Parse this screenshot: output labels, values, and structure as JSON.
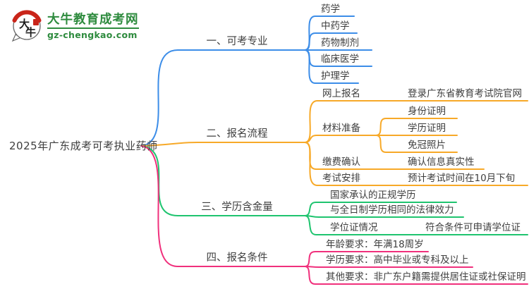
{
  "logo": {
    "icon_text_top": "大",
    "icon_text_bottom": "牛",
    "site_name": "大牛教育成考网",
    "site_url": "gz-chengkao.com"
  },
  "title": "2025年广东成考可考执业药师",
  "branches": [
    {
      "label": "一、可考专业",
      "children": [
        {
          "label": "药学"
        },
        {
          "label": "中药学"
        },
        {
          "label": "药物制剂"
        },
        {
          "label": "临床医学"
        },
        {
          "label": "护理学"
        }
      ]
    },
    {
      "label": "二、报名流程",
      "children": [
        {
          "label": "网上报名",
          "value": "登录广东省教育考试院官网"
        },
        {
          "label": "材料准备",
          "children": [
            {
              "label": "身份证明"
            },
            {
              "label": "学历证明"
            },
            {
              "label": "免冠照片"
            }
          ]
        },
        {
          "label": "缴费确认",
          "value": "确认信息真实性"
        },
        {
          "label": "考试安排",
          "value": "预计考试时间在10月下旬"
        }
      ]
    },
    {
      "label": "三、学历含金量",
      "children": [
        {
          "label": "国家承认的正规学历"
        },
        {
          "label": "与全日制学历相同的法律效力"
        },
        {
          "label": "学位证情况",
          "value": "符合条件可申请学位证"
        }
      ]
    },
    {
      "label": "四、报名条件",
      "children": [
        {
          "label": "年龄要求：年满18周岁"
        },
        {
          "label": "学历要求：高中毕业或专科及以上"
        },
        {
          "label": "其他要求：非广东户籍需提供居住证或社保证明"
        }
      ]
    }
  ],
  "colors": {
    "blue": "#3c8de8",
    "orange": "#f7a928",
    "green": "#1fc46f",
    "pink": "#f0307c",
    "text": "#3e3e3e",
    "logo-green": "#2e8b3e",
    "logo-red": "#c9251a"
  }
}
